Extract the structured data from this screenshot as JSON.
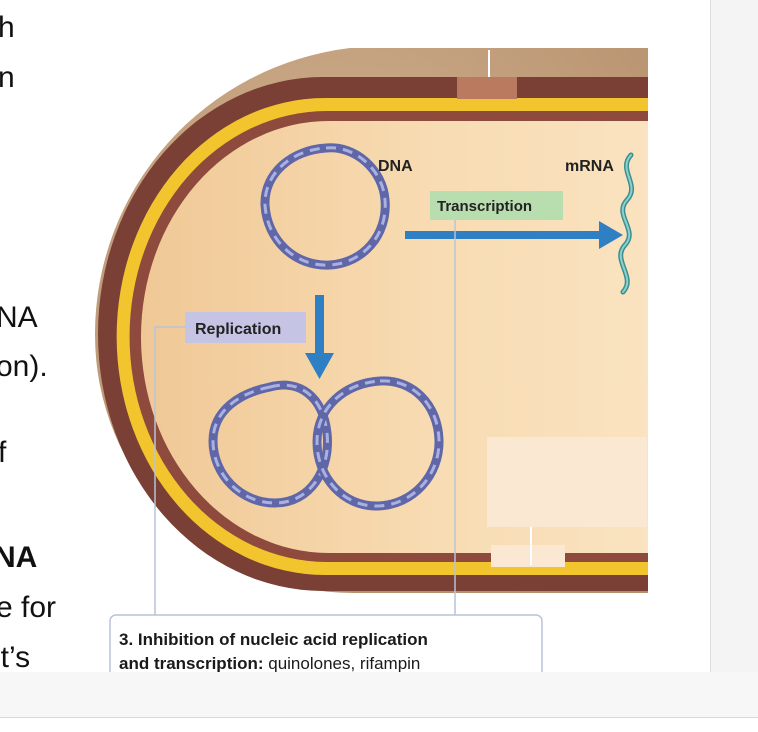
{
  "slide_text": {
    "line1": "h",
    "line2": "n",
    "line3": "NA",
    "line4": "on).",
    "line5": "f",
    "line6": "NA",
    "line7": "e for",
    "line8": "it’s"
  },
  "diagram": {
    "dna_label": "DNA",
    "mrna_label": "mRNA",
    "transcription_label": "Transcription",
    "replication_label": "Replication",
    "caption_line1": "3. Inhibition of nucleic acid replication",
    "caption_line2_bold": "and transcription:",
    "caption_line2_rest": " quinolones, rifampin",
    "colors": {
      "cell_wall": "#c2a07e",
      "membrane_outer": "#7a3f35",
      "membrane_yellow": "#f2c52e",
      "cytoplasm": "#f6d4a8",
      "arrow": "#2f7fc4",
      "dna": "#7d85c0",
      "mrna": "#4fa3a3",
      "transcription_box": "#b8deb0",
      "replication_box": "#c6c4e4"
    }
  }
}
